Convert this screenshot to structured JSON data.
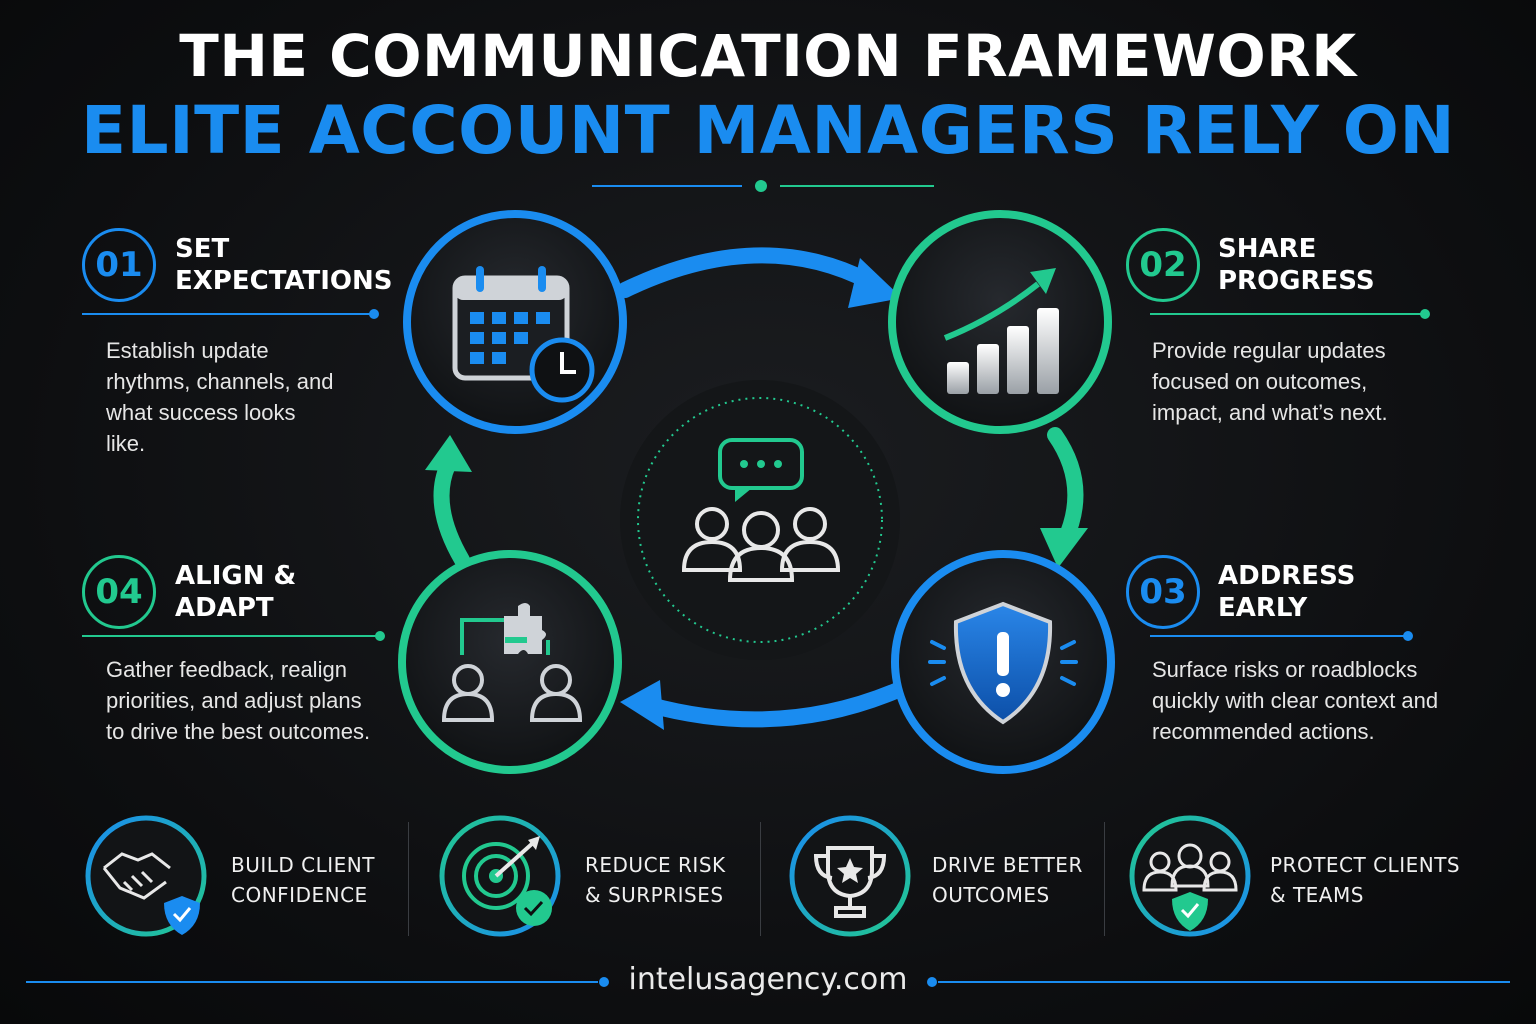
{
  "header": {
    "title_line1": "THE COMMUNICATION FRAMEWORK",
    "title_line2": "ELITE ACCOUNT MANAGERS RELY ON"
  },
  "steps": [
    {
      "number": "01",
      "title_a": "SET",
      "title_b": "EXPECTATIONS",
      "desc": "Establish update rhythms, channels, and what success looks like.",
      "icon": "calendar-clock-icon"
    },
    {
      "number": "02",
      "title_a": "SHARE",
      "title_b": "PROGRESS",
      "desc": "Provide regular updates focused on outcomes, impact, and what’s next.",
      "icon": "growth-chart-icon"
    },
    {
      "number": "03",
      "title_a": "ADDRESS",
      "title_b": "EARLY",
      "desc": "Surface risks or roadblocks quickly with clear context and recommended actions.",
      "icon": "alert-shield-icon"
    },
    {
      "number": "04",
      "title_a": "ALIGN &",
      "title_b": "ADAPT",
      "desc": "Gather feedback, realign priorities, and adjust plans to drive the best outcomes.",
      "icon": "people-puzzle-icon"
    }
  ],
  "center": {
    "icon": "team-chat-icon"
  },
  "benefits": [
    {
      "line1": "BUILD CLIENT",
      "line2": "CONFIDENCE",
      "icon": "handshake-shield-icon"
    },
    {
      "line1": "REDUCE RISK",
      "line2": "& SURPRISES",
      "icon": "target-check-icon"
    },
    {
      "line1": "DRIVE BETTER",
      "line2": "OUTCOMES",
      "icon": "trophy-icon"
    },
    {
      "line1": "PROTECT CLIENTS",
      "line2": "& TEAMS",
      "icon": "team-shield-icon"
    }
  ],
  "footer": {
    "website": "intelusagency.com"
  },
  "colors": {
    "blue": "#1a8cf0",
    "green": "#22c98f",
    "background": "#0d0e10"
  }
}
